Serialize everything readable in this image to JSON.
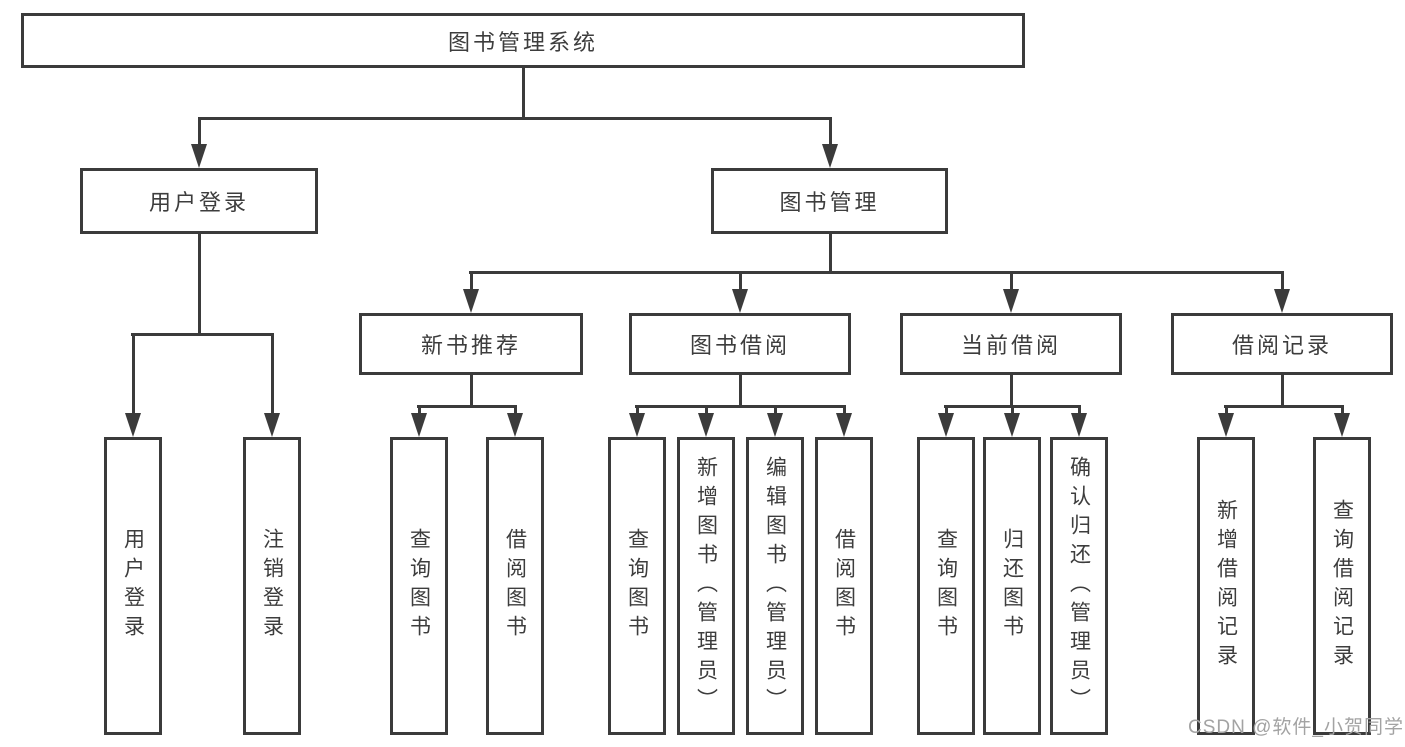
{
  "diagram": {
    "root": {
      "label": "图书管理系统"
    },
    "branches": [
      {
        "label": "用户登录",
        "children": [
          {
            "label": "用户登录"
          },
          {
            "label": "注销登录"
          }
        ]
      },
      {
        "label": "图书管理",
        "children": [
          {
            "label": "新书推荐",
            "children": [
              {
                "label": "查询图书"
              },
              {
                "label": "借阅图书"
              }
            ]
          },
          {
            "label": "图书借阅",
            "children": [
              {
                "label": "查询图书"
              },
              {
                "label": "新增图书（管理员）"
              },
              {
                "label": "编辑图书（管理员）"
              },
              {
                "label": "借阅图书"
              }
            ]
          },
          {
            "label": "当前借阅",
            "children": [
              {
                "label": "查询图书"
              },
              {
                "label": "归还图书"
              },
              {
                "label": "确认归还（管理员）"
              }
            ]
          },
          {
            "label": "借阅记录",
            "children": [
              {
                "label": "新增借阅记录"
              },
              {
                "label": "查询借阅记录"
              }
            ]
          }
        ]
      }
    ]
  },
  "watermark": {
    "text": "CSDN @软件_小贺同学"
  },
  "colors": {
    "line": "#3b3b3b",
    "text": "#3d3d3d",
    "watermark": "#a3a3a3",
    "background": "#ffffff"
  }
}
